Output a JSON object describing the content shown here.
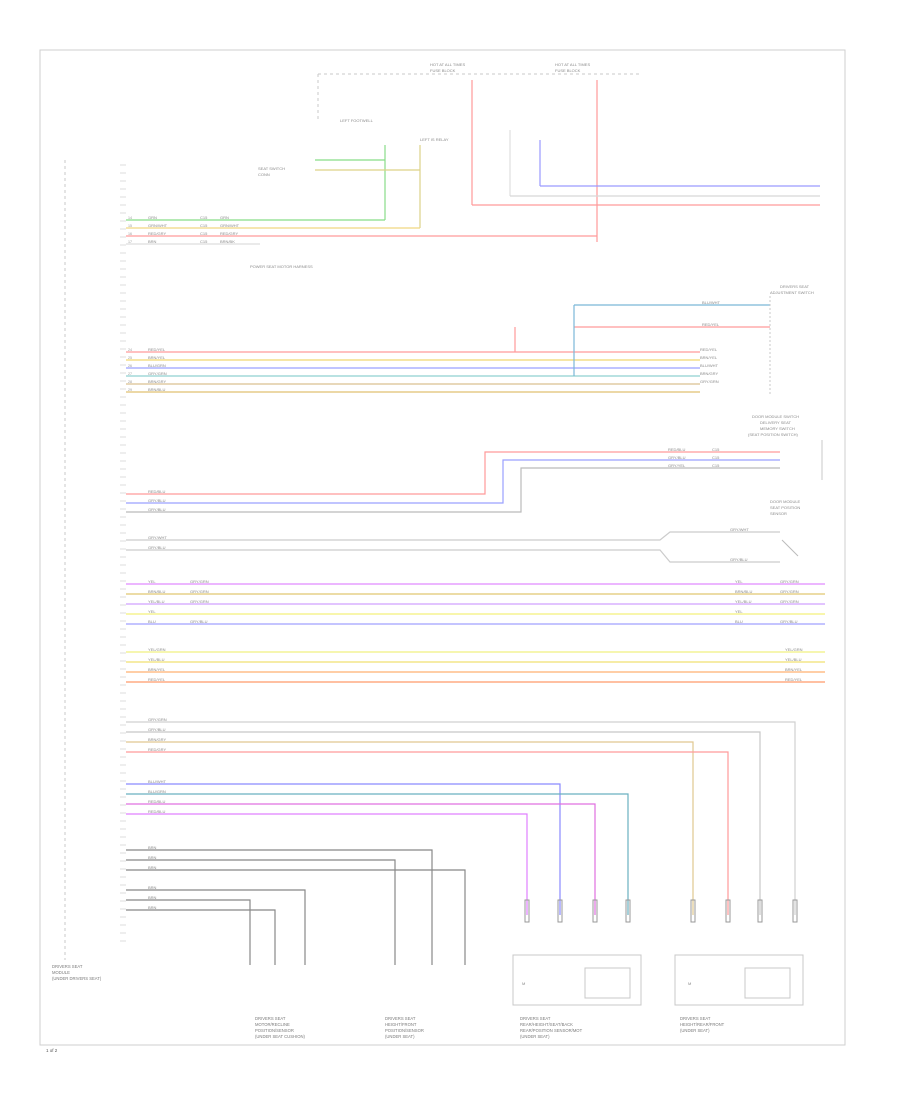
{
  "page_label": "1 of 2",
  "left_component": [
    "DRIVERS SEAT",
    "MODULE",
    "(UNDER DRIVERS SEAT)"
  ],
  "top_sources": [
    {
      "lines": [
        "HOT AT ALL TIMES",
        "FUSE BLOCK"
      ]
    },
    {
      "lines": [
        "HOT AT ALL TIMES",
        "FUSE BLOCK"
      ]
    }
  ],
  "fuse_box_label": "LEFT FOOTWELL",
  "relay_label": "LEFT IS RELAY",
  "seat_switch_label": [
    "SEAT SWITCH",
    "CONN"
  ],
  "pin_block_1": {
    "note": "POWER SEAT MOTOR HARNESS",
    "rows": [
      {
        "pin": "14",
        "wire": "GRN",
        "code": "C15",
        "dest": "GRN"
      },
      {
        "pin": "15",
        "wire": "GRN/WHT",
        "code": "C15",
        "dest": "GRN/WHT"
      },
      {
        "pin": "16",
        "wire": "RED/GRY",
        "code": "C15",
        "dest": "RED/GRY"
      },
      {
        "pin": "17",
        "wire": "BRN",
        "code": "C15",
        "dest": "BRN/BK"
      }
    ]
  },
  "group2_title": [
    "DRIVERS SEAT",
    "ADJUSTMENT SWITCH"
  ],
  "group2_wires": [
    {
      "pin": "24",
      "label": "RED/YEL",
      "dest": "RED/YEL",
      "color": "#ff9a9a"
    },
    {
      "pin": "25",
      "label": "BRN/YEL",
      "dest": "BRN/YEL",
      "color": "#f0d870"
    },
    {
      "pin": "26",
      "label": "BLU/GRN",
      "dest": "BLU/WHT",
      "color": "#9aa0ff"
    },
    {
      "pin": "27",
      "label": "GRY/GRN",
      "dest": "BRN/GRY",
      "color": "#8fd0d0"
    },
    {
      "pin": "28",
      "label": "BRN/GRY",
      "dest": "GRY/GRN",
      "color": "#d9c090"
    },
    {
      "pin": "29",
      "label": "BRN/BLU",
      "dest": "",
      "color": "#e0c070"
    }
  ],
  "group2_top": [
    {
      "label": "BLU/WHT",
      "color": "#7ab8d8"
    },
    {
      "label": "RED/YEL",
      "color": "#ff9a9a"
    }
  ],
  "group3_title": [
    "DOOR MODULE SWITCH",
    "DELIVERY SEAT",
    "MEMORY SWITCH",
    "(SEAT POSITION SWITCH)"
  ],
  "group3_wires": [
    {
      "label": "RED/BLU",
      "dest": "RED/BLU",
      "code": "C15",
      "color": "#ff9a9a"
    },
    {
      "label": "GRY/BLU",
      "dest": "GRY/BLU",
      "code": "C15",
      "color": "#9aa0ff"
    },
    {
      "label": "GRY/BLU",
      "dest": "GRY/YEL",
      "code": "C15",
      "color": "#bbbbbb"
    }
  ],
  "group3_sub": [
    "DOOR MODULE",
    "SEAT POSITION",
    "SENSOR"
  ],
  "switch_wires": [
    {
      "label": "GRY/WHT",
      "dest": "GRY/WHT"
    },
    {
      "label": "GRY/BLU",
      "dest": "GRY/BLU"
    }
  ],
  "bus_rows": [
    {
      "left": "YEL",
      "left2": "GRY/GRN",
      "right": "YEL",
      "right2": "GRY/GRN",
      "color": "#e08aff"
    },
    {
      "left": "BRN/BLU",
      "left2": "GRY/GRN",
      "right": "BRN/BLU",
      "right2": "GRY/GRN",
      "color": "#e0c870"
    },
    {
      "left": "YEL/BLU",
      "left2": "GRY/GRN",
      "right": "YEL/BLU",
      "right2": "GRY/GRN",
      "color": "#d0a0ff"
    },
    {
      "left": "YEL",
      "left2": "",
      "right": "YEL",
      "right2": "",
      "color": "#f4f07a"
    },
    {
      "left": "BLU",
      "left2": "GRY/BLU",
      "right": "BLU",
      "right2": "GRY/BLU",
      "color": "#a0a0ff"
    }
  ],
  "bus_rows_2": [
    {
      "label": "YEL/GRN",
      "dest": "YEL/GRN",
      "color": "#f0f080"
    },
    {
      "label": "YEL/BLU",
      "dest": "YEL/BLU",
      "color": "#f0e070"
    },
    {
      "label": "BRN/YEL",
      "dest": "BRN/YEL",
      "color": "#ffb070"
    },
    {
      "label": "RED/YEL",
      "dest": "RED/YEL",
      "color": "#ff9a6a"
    }
  ],
  "group6_wires": [
    {
      "label": "GRY/GRN",
      "color": "#d0d0d0"
    },
    {
      "label": "GRY/BLU",
      "color": "#c8c8c8"
    },
    {
      "label": "BRN/GRY",
      "color": "#e0c890"
    },
    {
      "label": "RED/GRY",
      "color": "#ff9a9a"
    }
  ],
  "group7_wires": [
    {
      "label": "BLU/WHT",
      "color": "#8a8aff"
    },
    {
      "label": "BLU/GRN",
      "color": "#6ab0c0"
    },
    {
      "label": "RED/BLU",
      "color": "#e070e0"
    },
    {
      "label": "RED/BLU",
      "color": "#e080ff"
    }
  ],
  "group8_wires": [
    {
      "label": "BRN"
    },
    {
      "label": "BRN"
    },
    {
      "label": "BRN"
    },
    {
      "label": "BRN"
    },
    {
      "label": "BRN"
    },
    {
      "label": "BRN"
    }
  ],
  "bottom_components": [
    {
      "lines": [
        "DRIVERS SEAT",
        "MOTOR/RECLINE",
        "POSITION/SENSOR",
        "(UNDER SEAT CUSHION)"
      ]
    },
    {
      "lines": [
        "DRIVERS SEAT",
        "HEIGHT/FRONT",
        "POSITION/SENSOR",
        "(UNDER SEAT)"
      ]
    },
    {
      "lines": [
        "DRIVERS SEAT",
        "REAR/HEIGHT/SEAT/BACK",
        "REAR/POSITION SENSOR/MOT",
        "(UNDER SEAT)"
      ]
    },
    {
      "lines": [
        "DRIVERS SEAT",
        "HEIGHT/REAR/FRONT",
        "(UNDER SEAT)"
      ]
    }
  ],
  "motor_label": "M"
}
